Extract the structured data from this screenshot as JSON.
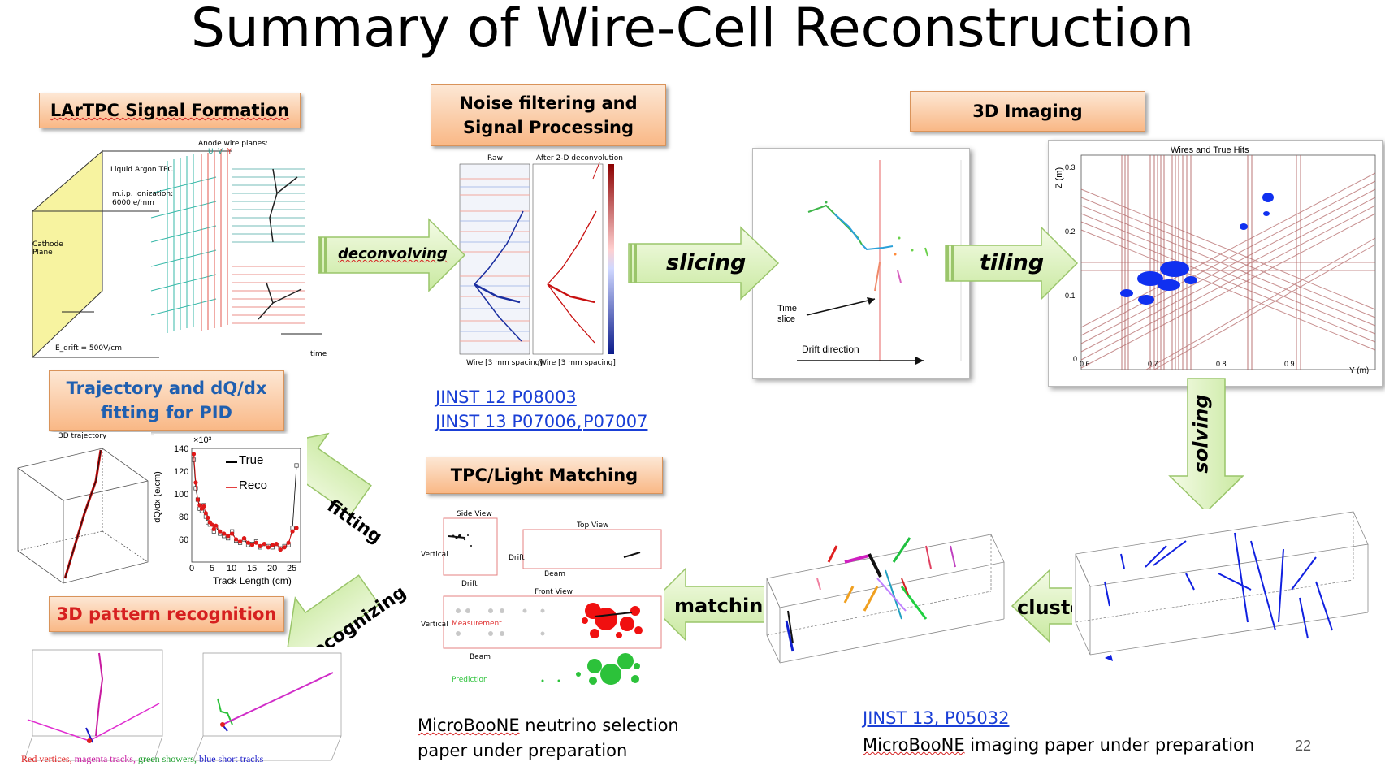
{
  "slide": {
    "title": "Summary of Wire-Cell Reconstruction",
    "page_number": "22"
  },
  "boxes": {
    "signal_formation": "LArTPC Signal Formation",
    "noise_line1": "Noise filtering and",
    "noise_line2": "Signal Processing",
    "imaging": "3D Imaging",
    "trajectory_line1": "Trajectory and dQ/dx",
    "trajectory_line2": "fitting for PID",
    "matching": "TPC/Light Matching",
    "pattern": "3D pattern recognition"
  },
  "arrows": {
    "deconvolving": "deconvolving",
    "slicing": "slicing",
    "tiling": "tiling",
    "solving": "solving",
    "clustering": "clustering",
    "matching": "matching",
    "fitting": "fitting",
    "recognizing": "recognizing"
  },
  "references": {
    "jinst1": "JINST 12 P08003",
    "jinst2a": "JINST 13 P07006,",
    "jinst2b": "P07007",
    "jinst3": "JINST 13, P05032"
  },
  "notes": {
    "neutrino_line1_a": "MicroBooNE",
    "neutrino_line1_b": " neutrino selection",
    "neutrino_line2": "paper under preparation",
    "imaging_a": "MicroBooNE",
    "imaging_b": " imaging paper under preparation"
  },
  "figures": {
    "tpc": {
      "anode_label": "Anode wire planes:",
      "u": "U",
      "v": "V",
      "y": "Y",
      "liquid_argon": "Liquid Argon TPC",
      "mip1": "m.i.p. ionization:",
      "mip2": "6000 e/mm",
      "cathode1": "Cathode",
      "cathode2": "Plane",
      "efield": "E_drift = 500V/cm",
      "time": "time"
    },
    "signal": {
      "raw": "Raw",
      "after": "After 2-D deconvolution",
      "xaxis": "Wire [3 mm spacing]"
    },
    "slice": {
      "time_slice1": "Time",
      "time_slice2": "slice",
      "drift": "Drift direction"
    },
    "wires": {
      "title": "Wires and True Hits",
      "yaxis": "Z (m)",
      "xaxis": "Y (m)",
      "yticks": [
        "0.3",
        "0.2",
        "0.1",
        "0"
      ],
      "xticks": [
        "0.6",
        "0.7",
        "0.8",
        "0.9"
      ]
    },
    "traj": {
      "title": "3D trajectory"
    },
    "dqdx": {
      "exponent": "×10³",
      "ylabel": "dQ/dx (e/cm)",
      "xlabel": "Track Length (cm)",
      "legend_true": "True",
      "legend_reco": "Reco",
      "yticks": [
        "140",
        "120",
        "100",
        "80",
        "60"
      ],
      "xticks": [
        "0",
        "5",
        "10",
        "15",
        "20",
        "25"
      ]
    },
    "light": {
      "side_view": "Side View",
      "top_view": "Top View",
      "front_view": "Front View",
      "vertical": "Vertical",
      "drift": "Drift",
      "beam": "Beam",
      "measurement": "Measurement",
      "prediction": "Prediction"
    },
    "pattern_caption": {
      "red": "Red vertices, ",
      "magenta": "magenta tracks, ",
      "green": "green showers, ",
      "blue": "blue short tracks"
    }
  },
  "chart_data": {
    "type": "scatter",
    "title": "",
    "xlabel": "Track Length (cm)",
    "ylabel": "dQ/dx (e/cm)",
    "y_multiplier": "×10³",
    "xlim": [
      0,
      27
    ],
    "ylim": [
      45,
      145
    ],
    "series": [
      {
        "name": "True",
        "x": [
          0.5,
          1,
          1.5,
          2,
          2.5,
          3,
          3.5,
          4,
          4.5,
          5,
          5.5,
          6,
          7,
          8,
          9,
          10,
          11,
          12,
          13,
          14,
          15,
          16,
          17,
          18,
          19,
          20,
          21,
          22,
          23,
          24,
          25,
          26
        ],
        "values": [
          135,
          110,
          100,
          92,
          90,
          95,
          85,
          80,
          78,
          75,
          72,
          76,
          70,
          68,
          66,
          72,
          64,
          62,
          65,
          60,
          61,
          63,
          58,
          60,
          59,
          58,
          60,
          57,
          59,
          60,
          75,
          130
        ]
      },
      {
        "name": "Reco",
        "x": [
          0.5,
          1,
          1.5,
          2,
          2.5,
          3,
          3.5,
          4,
          4.5,
          5,
          5.5,
          6,
          7,
          8,
          9,
          10,
          11,
          12,
          13,
          14,
          15,
          16,
          17,
          18,
          19,
          20,
          21,
          22,
          23,
          24,
          25,
          26
        ],
        "values": [
          140,
          115,
          100,
          95,
          92,
          94,
          88,
          84,
          80,
          78,
          74,
          77,
          72,
          70,
          68,
          70,
          65,
          63,
          66,
          62,
          60,
          62,
          59,
          61,
          58,
          60,
          61,
          56,
          58,
          62,
          72,
          75
        ]
      }
    ]
  }
}
